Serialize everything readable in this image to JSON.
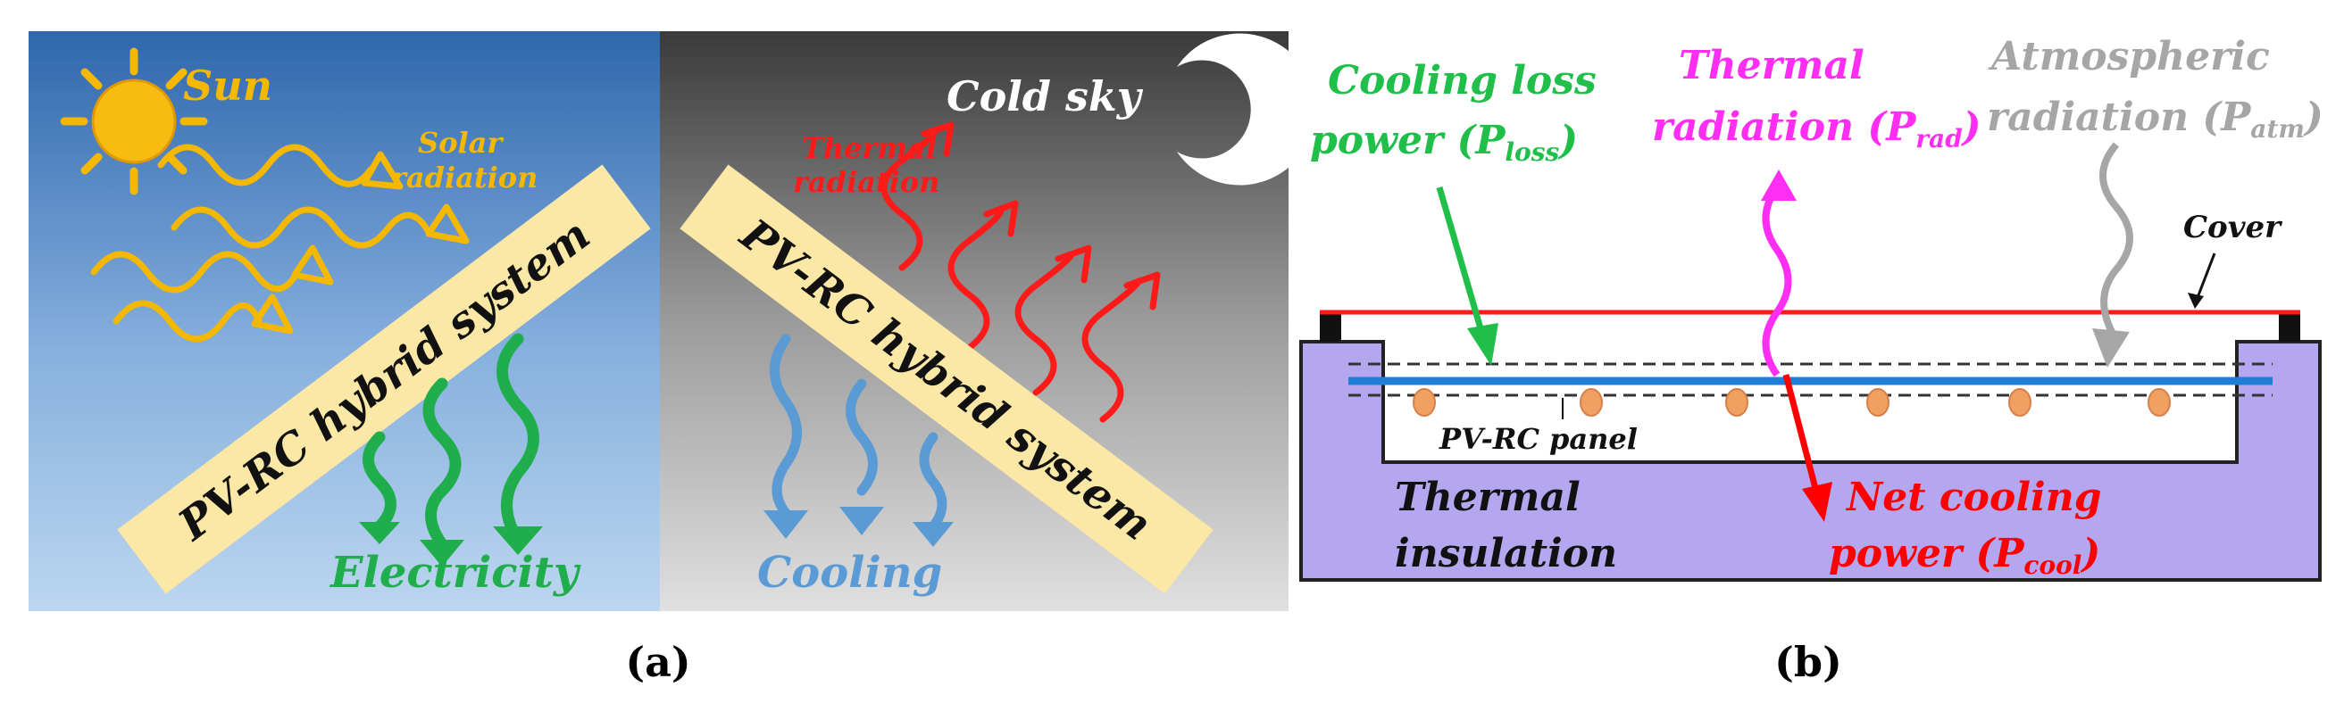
{
  "panel_a": {
    "day": {
      "sun_label": "Sun",
      "solar_radiation_line1": "Solar",
      "solar_radiation_line2": "radiation",
      "system_label": "PV-RC hybrid system",
      "output_label": "Electricity"
    },
    "night": {
      "sky_label": "Cold sky",
      "thermal_radiation_line1": "Thermal",
      "thermal_radiation_line2": "radiation",
      "system_label": "PV-RC hybrid system",
      "output_label": "Cooling"
    },
    "caption": "(a)"
  },
  "panel_b": {
    "cooling_loss": {
      "line1": "Cooling loss",
      "line2_prefix": "power (",
      "symbol": "P",
      "subscript": "loss",
      "suffix": ")"
    },
    "thermal_radiation": {
      "line1": "Thermal",
      "line2_prefix": "radiation (",
      "symbol": "P",
      "subscript": "rad",
      "suffix": ")"
    },
    "atmospheric_radiation": {
      "line1": "Atmospheric",
      "line2_prefix": "radiation (",
      "symbol": "P",
      "subscript": "atm",
      "suffix": ")"
    },
    "cover_label": "Cover",
    "panel_label": "PV-RC panel",
    "insulation_line1": "Thermal",
    "insulation_line2": "insulation",
    "net_cooling": {
      "line1": "Net cooling",
      "line2_prefix": "power (",
      "symbol": "P",
      "subscript": "cool",
      "suffix": ")"
    },
    "caption": "(b)"
  },
  "colors": {
    "solar": "#f5b800",
    "electricity": "#1fae4b",
    "thermal": "#ff1a1a",
    "cooling": "#5b9bd5",
    "cooling_loss": "#1fbf4a",
    "thermal_radiation_b": "#ff2ef2",
    "atmospheric": "#a6a6a6",
    "net_cooling": "#ff0000",
    "insulation": "#b4a7f0",
    "pv_layer": "#1f7fd6",
    "heat_dots": "#f0a060",
    "banner": "#fbe7a6"
  }
}
